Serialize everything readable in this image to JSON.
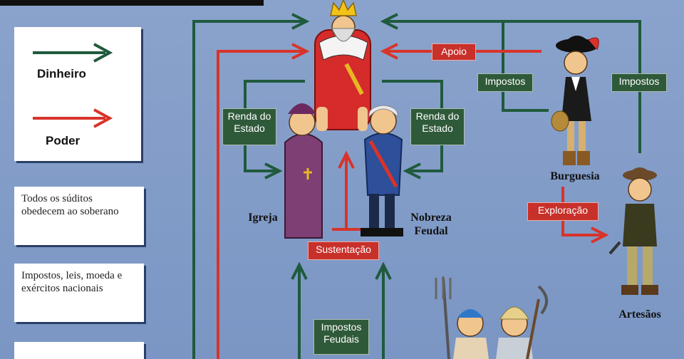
{
  "legend": {
    "money_label": "Dinheiro",
    "power_label": "Poder",
    "money_color": "#1f5a3d",
    "power_color": "#d8332b"
  },
  "notes": [
    "Todos os súditos obedecem ao soberano",
    "Impostos, leis, moeda e exércitos nacionais"
  ],
  "tags": {
    "apoio": "Apoio",
    "impostos_1": "Impostos",
    "impostos_2": "Impostos",
    "renda_left_1": "Renda do",
    "renda_left_2": "Estado",
    "renda_right_1": "Renda do",
    "renda_right_2": "Estado",
    "exploracao": "Exploração",
    "sustentacao": "Sustentação",
    "impostos_feudais_1": "Impostos",
    "impostos_feudais_2": "Feudais"
  },
  "groups": {
    "igreja": "Igreja",
    "nobreza_1": "Nobreza",
    "nobreza_2": "Feudal",
    "burguesia": "Burguesia",
    "artesaos": "Artesãos"
  }
}
